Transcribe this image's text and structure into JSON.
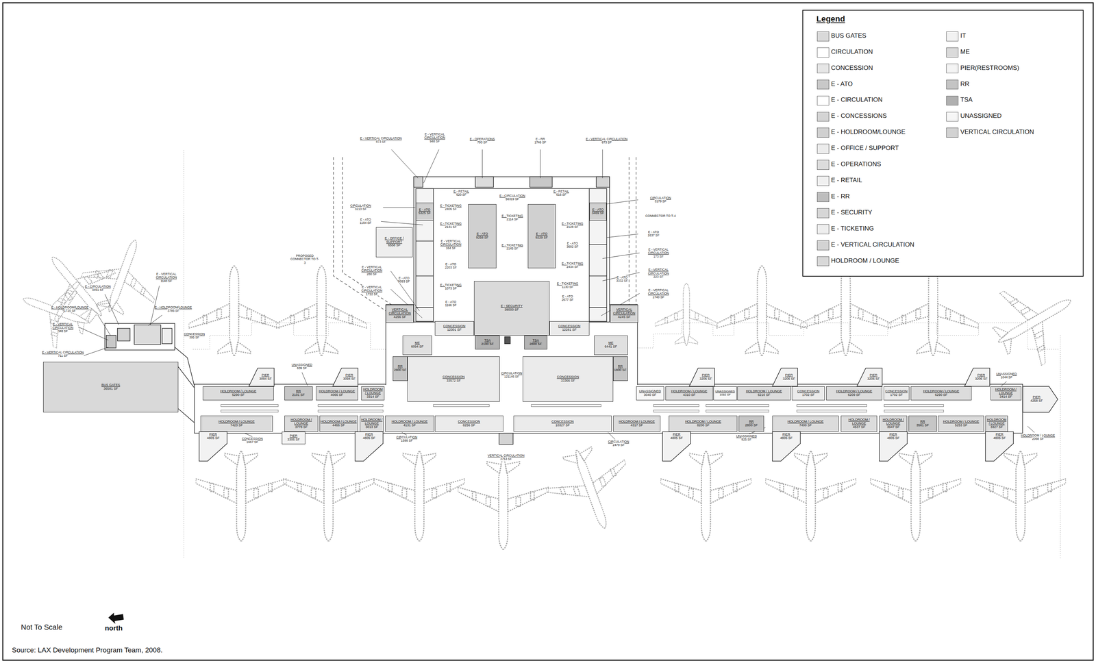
{
  "diagram": {
    "caption": "Source: LAX Development Program Team, 2008.",
    "nodes": [
      {
        "text": [
          "E - ATO",
          "5325 SF"
        ]
      },
      {
        "text": [
          "E - ATO",
          "3469 SF"
        ]
      },
      {
        "text": [
          "E - ATO",
          "9258 SF"
        ]
      },
      {
        "text": [
          "E - ATO",
          "9229 SF"
        ]
      },
      {
        "text": [
          "E - OFFICE / SUPPORT",
          "6558 SF"
        ]
      },
      {
        "text": [
          "E - SECURITY",
          "38000 SF"
        ]
      },
      {
        "text": [
          "VERTICAL CIRCULATION",
          "4256 SF"
        ]
      },
      {
        "text": [
          "VERTICAL CIRCULATION",
          "4245 SF"
        ]
      },
      {
        "text": [
          "CONCESSION",
          "12301 SF"
        ]
      },
      {
        "text": [
          "CONCESSION",
          "12281 SF"
        ]
      },
      {
        "text": [
          "ME",
          "6094 SF"
        ]
      },
      {
        "text": [
          "TSA",
          "2100 SF"
        ]
      },
      {
        "text": [
          "TSA",
          "2800 SF"
        ]
      },
      {
        "text": [
          "ME",
          "6441 SF"
        ]
      },
      {
        "text": [
          "RR",
          "2800 SF"
        ]
      },
      {
        "text": [
          "CONCESSION",
          "33572 SF"
        ]
      },
      {
        "text": [
          "CONCESSION",
          "33366 SF"
        ]
      },
      {
        "text": [
          "RR",
          "1800 SF"
        ]
      },
      {
        "text": [
          "BUS GATES",
          "36581 SF"
        ]
      },
      {
        "text": [
          "PIER",
          "3094 SF"
        ]
      },
      {
        "text": [
          "PIER",
          "3094 SF"
        ]
      },
      {
        "text": [
          "PIER",
          "3206 SF"
        ]
      },
      {
        "text": [
          "PIER",
          "3206 SF"
        ]
      },
      {
        "text": [
          "PIER",
          "3206 SF"
        ]
      },
      {
        "text": [
          "PIER",
          "3206 SF"
        ]
      },
      {
        "text": [
          "HOLDROOM / LOUNGE",
          "5290 SF"
        ]
      },
      {
        "text": [
          "RR",
          "2101 SF"
        ]
      },
      {
        "text": [
          "HOLDROOM / LOUNGE",
          "4066 SF"
        ]
      },
      {
        "text": [
          "HOLDROOM / LOUNGE",
          "3314 SF"
        ]
      },
      {
        "text": [
          "UNASSIGNED",
          "3040 SF"
        ]
      },
      {
        "text": [
          "HOLDROOM / LOUNGE",
          "4310 SF"
        ]
      },
      {
        "text": [
          "UNASSIGNED",
          "1052 SF"
        ]
      },
      {
        "text": [
          "HOLDROOM / LOUNGE",
          "6210 SF"
        ]
      },
      {
        "text": [
          "CONCESSION",
          "1702 SF"
        ]
      },
      {
        "text": [
          "HOLDROOM / LOUNGE",
          "6209 SF"
        ]
      },
      {
        "text": [
          "CONCESSION",
          "1702 SF"
        ]
      },
      {
        "text": [
          "HOLDROOM / LOUNGE",
          "6290 SF"
        ]
      },
      {
        "text": [
          "HOLDROOM / LOUNGE",
          "3414 SF"
        ]
      },
      {
        "text": [
          "PIER",
          "4258 SF"
        ]
      },
      {
        "text": [
          "HOLDROOM / LOUNGE",
          "7423 SF"
        ]
      },
      {
        "text": [
          "HOLDROOM / LOUNGE",
          "3778 SF"
        ]
      },
      {
        "text": [
          "HOLDROOM / LOUNGE",
          "4466 SF"
        ]
      },
      {
        "text": [
          "HOLDROOM / LOUNGE",
          "3013 SF"
        ]
      },
      {
        "text": [
          "HOLDROOM / LOUNGE",
          "4131 SF"
        ]
      },
      {
        "text": [
          "CONCESSION",
          "8256 SF"
        ]
      },
      {
        "text": [
          "CONCESSION",
          "10327 SF"
        ]
      },
      {
        "text": [
          "HOLDROOM / LOUNGE",
          "4317 SF"
        ]
      },
      {
        "text": [
          "HOLDROOM / LOUNGE",
          "8200 SF"
        ]
      },
      {
        "text": [
          "RR",
          "2800 SF"
        ]
      },
      {
        "text": [
          "HOLDROOM / LOUNGE",
          "7400 SF"
        ]
      },
      {
        "text": [
          "HOLDROOM / LOUNGE",
          "4537 SF"
        ]
      },
      {
        "text": [
          "HOLDROOM / LOUNGE",
          "3947 SF"
        ]
      },
      {
        "text": [
          "RR",
          "3581 SF"
        ]
      },
      {
        "text": [
          "HOLDROOM / LOUNGE",
          "5253 SF"
        ]
      },
      {
        "text": [
          "HOLDROOM / LOUNGE",
          "3327 SF"
        ]
      },
      {
        "text": [
          "PIER",
          "4805 SF"
        ]
      },
      {
        "text": [
          "PIER",
          "3306 SF"
        ]
      },
      {
        "text": [
          "PIER",
          "4805 SF"
        ]
      },
      {
        "text": [
          "PIER",
          "4805 SF"
        ]
      },
      {
        "text": [
          "PIER",
          "4805 SF"
        ]
      },
      {
        "text": [
          "PIER",
          "4805 SF"
        ]
      },
      {
        "text": [
          "PIER",
          "4805 SF"
        ]
      }
    ],
    "labels": [
      "Legend",
      "Not To Scale",
      "north",
      "PROPOSED CONNECTOR TO T-3",
      "CONNECTOR TO T-4",
      "E - VERTICAL CIRCULATION",
      "873 SF",
      "E - VERTICAL CIRCULATION",
      "948 SF",
      "E - OPERATIONS",
      "793 SF",
      "E - RR",
      "1746 SF",
      "E - VERTICAL CIRCULATION",
      "873 SF",
      "CIRCULATION",
      "3213 SF",
      "E - ATO",
      "1184 SF",
      "E - RETAIL",
      "620 SF",
      "E - CIRCULATION",
      "56319 SF",
      "E - RETAIL",
      "616 SF",
      "CIRCULATION",
      "3179 SF",
      "E - TICKETING",
      "2406 SF",
      "E - TICKETING",
      "2131 SF",
      "E - TICKETING",
      "2114 SF",
      "E - TICKETING",
      "2128 SF",
      "E - VERTICAL CIRCULATION",
      "164 SF",
      "E - ATO",
      "3602 SF",
      "E - TICKETING",
      "2145 SF",
      "E - ATO",
      "1637 SF",
      "E - VERTICAL CIRCULATION",
      "173 SF",
      "E - ATO",
      "2203 SF",
      "E - TICKETING",
      "2434 SF",
      "E - VERTICAL CIRCULATION",
      "280 SF",
      "E - ATO",
      "5093 SF",
      "E - VERTICAL CIRCULATION",
      "223 SF",
      "E - ATO",
      "3332 SF",
      "E - TICKETING",
      "1073 SF",
      "E - TICKETING",
      "1130 SF",
      "E - VERTICAL CIRCULATION",
      "1722 SF",
      "E - VERTICAL CIRCULATION",
      "1740 SF",
      "E - ATO",
      "2677 SF",
      "E - ATO",
      "1166 SF",
      "E - CIRCULATION",
      "3451 SF",
      "E - VERTICAL CIRCULATION",
      "1140 SF",
      "E - HOLDROOM/LOUNGE",
      "1720 SF",
      "E - HOLDROOM/LOUNGE",
      "3786 SF",
      "E - VERTICAL CIRCULATION",
      "348 SF",
      "CONCESSION",
      "395 SF",
      "E - VERTICAL CIRCULATION",
      "711 SF",
      "UNASSIGNED",
      "639 SF",
      "UNASSIGNED",
      "1044 SF",
      "CONCESSION",
      "1667 SF",
      "CIRCULATION",
      "1598 SF",
      "VERTICAL CIRCULATION",
      "3753 SF",
      "CIRCULATION",
      "2479 SF",
      "UNASSIGNED",
      "825 SF",
      "HOLDROOM / LOUNGE",
      "2068 SF",
      "CIRCULATION",
      "121146 SF"
    ],
    "legend": [
      {
        "text": "BUS GATES",
        "color": "#d9d9d9"
      },
      {
        "text": "CIRCULATION",
        "color": "#ffffff"
      },
      {
        "text": "CONCESSION",
        "color": "#e6e6e6"
      },
      {
        "text": "E - ATO",
        "color": "#c8c8c8"
      },
      {
        "text": "E - CIRCULATION",
        "color": "#ffffff"
      },
      {
        "text": "E - CONCESSIONS",
        "color": "#d4d4d4"
      },
      {
        "text": "E - HOLDROOM/LOUNGE",
        "color": "#d0d0d0"
      },
      {
        "text": "E - OFFICE / SUPPORT",
        "color": "#ececec"
      },
      {
        "text": "E - OPERATIONS",
        "color": "#dcdcdc"
      },
      {
        "text": "E - RETAIL",
        "color": "#f0f0f0"
      },
      {
        "text": "E - RR",
        "color": "#bdbdbd"
      },
      {
        "text": "E - SECURITY",
        "color": "#d6d6d6"
      },
      {
        "text": "E - TICKETING",
        "color": "#eeeeee"
      },
      {
        "text": "E - VERTICAL CIRCULATION",
        "color": "#d3d3d3"
      },
      {
        "text": "HOLDROOM / LOUNGE",
        "color": "#d8d8d8"
      },
      {
        "text": "IT",
        "color": "#f2f2f2"
      },
      {
        "text": "ME",
        "color": "#dadada"
      },
      {
        "text": "PIER(RESTROOMS)",
        "color": "#f4f4f4"
      },
      {
        "text": "RR",
        "color": "#c4c4c4"
      },
      {
        "text": "TSA",
        "color": "#b0b0b0"
      },
      {
        "text": "UNASSIGNED",
        "color": "#f6f6f6"
      },
      {
        "text": "VERTICAL CIRCULATION",
        "color": "#d2d2d2"
      }
    ]
  }
}
